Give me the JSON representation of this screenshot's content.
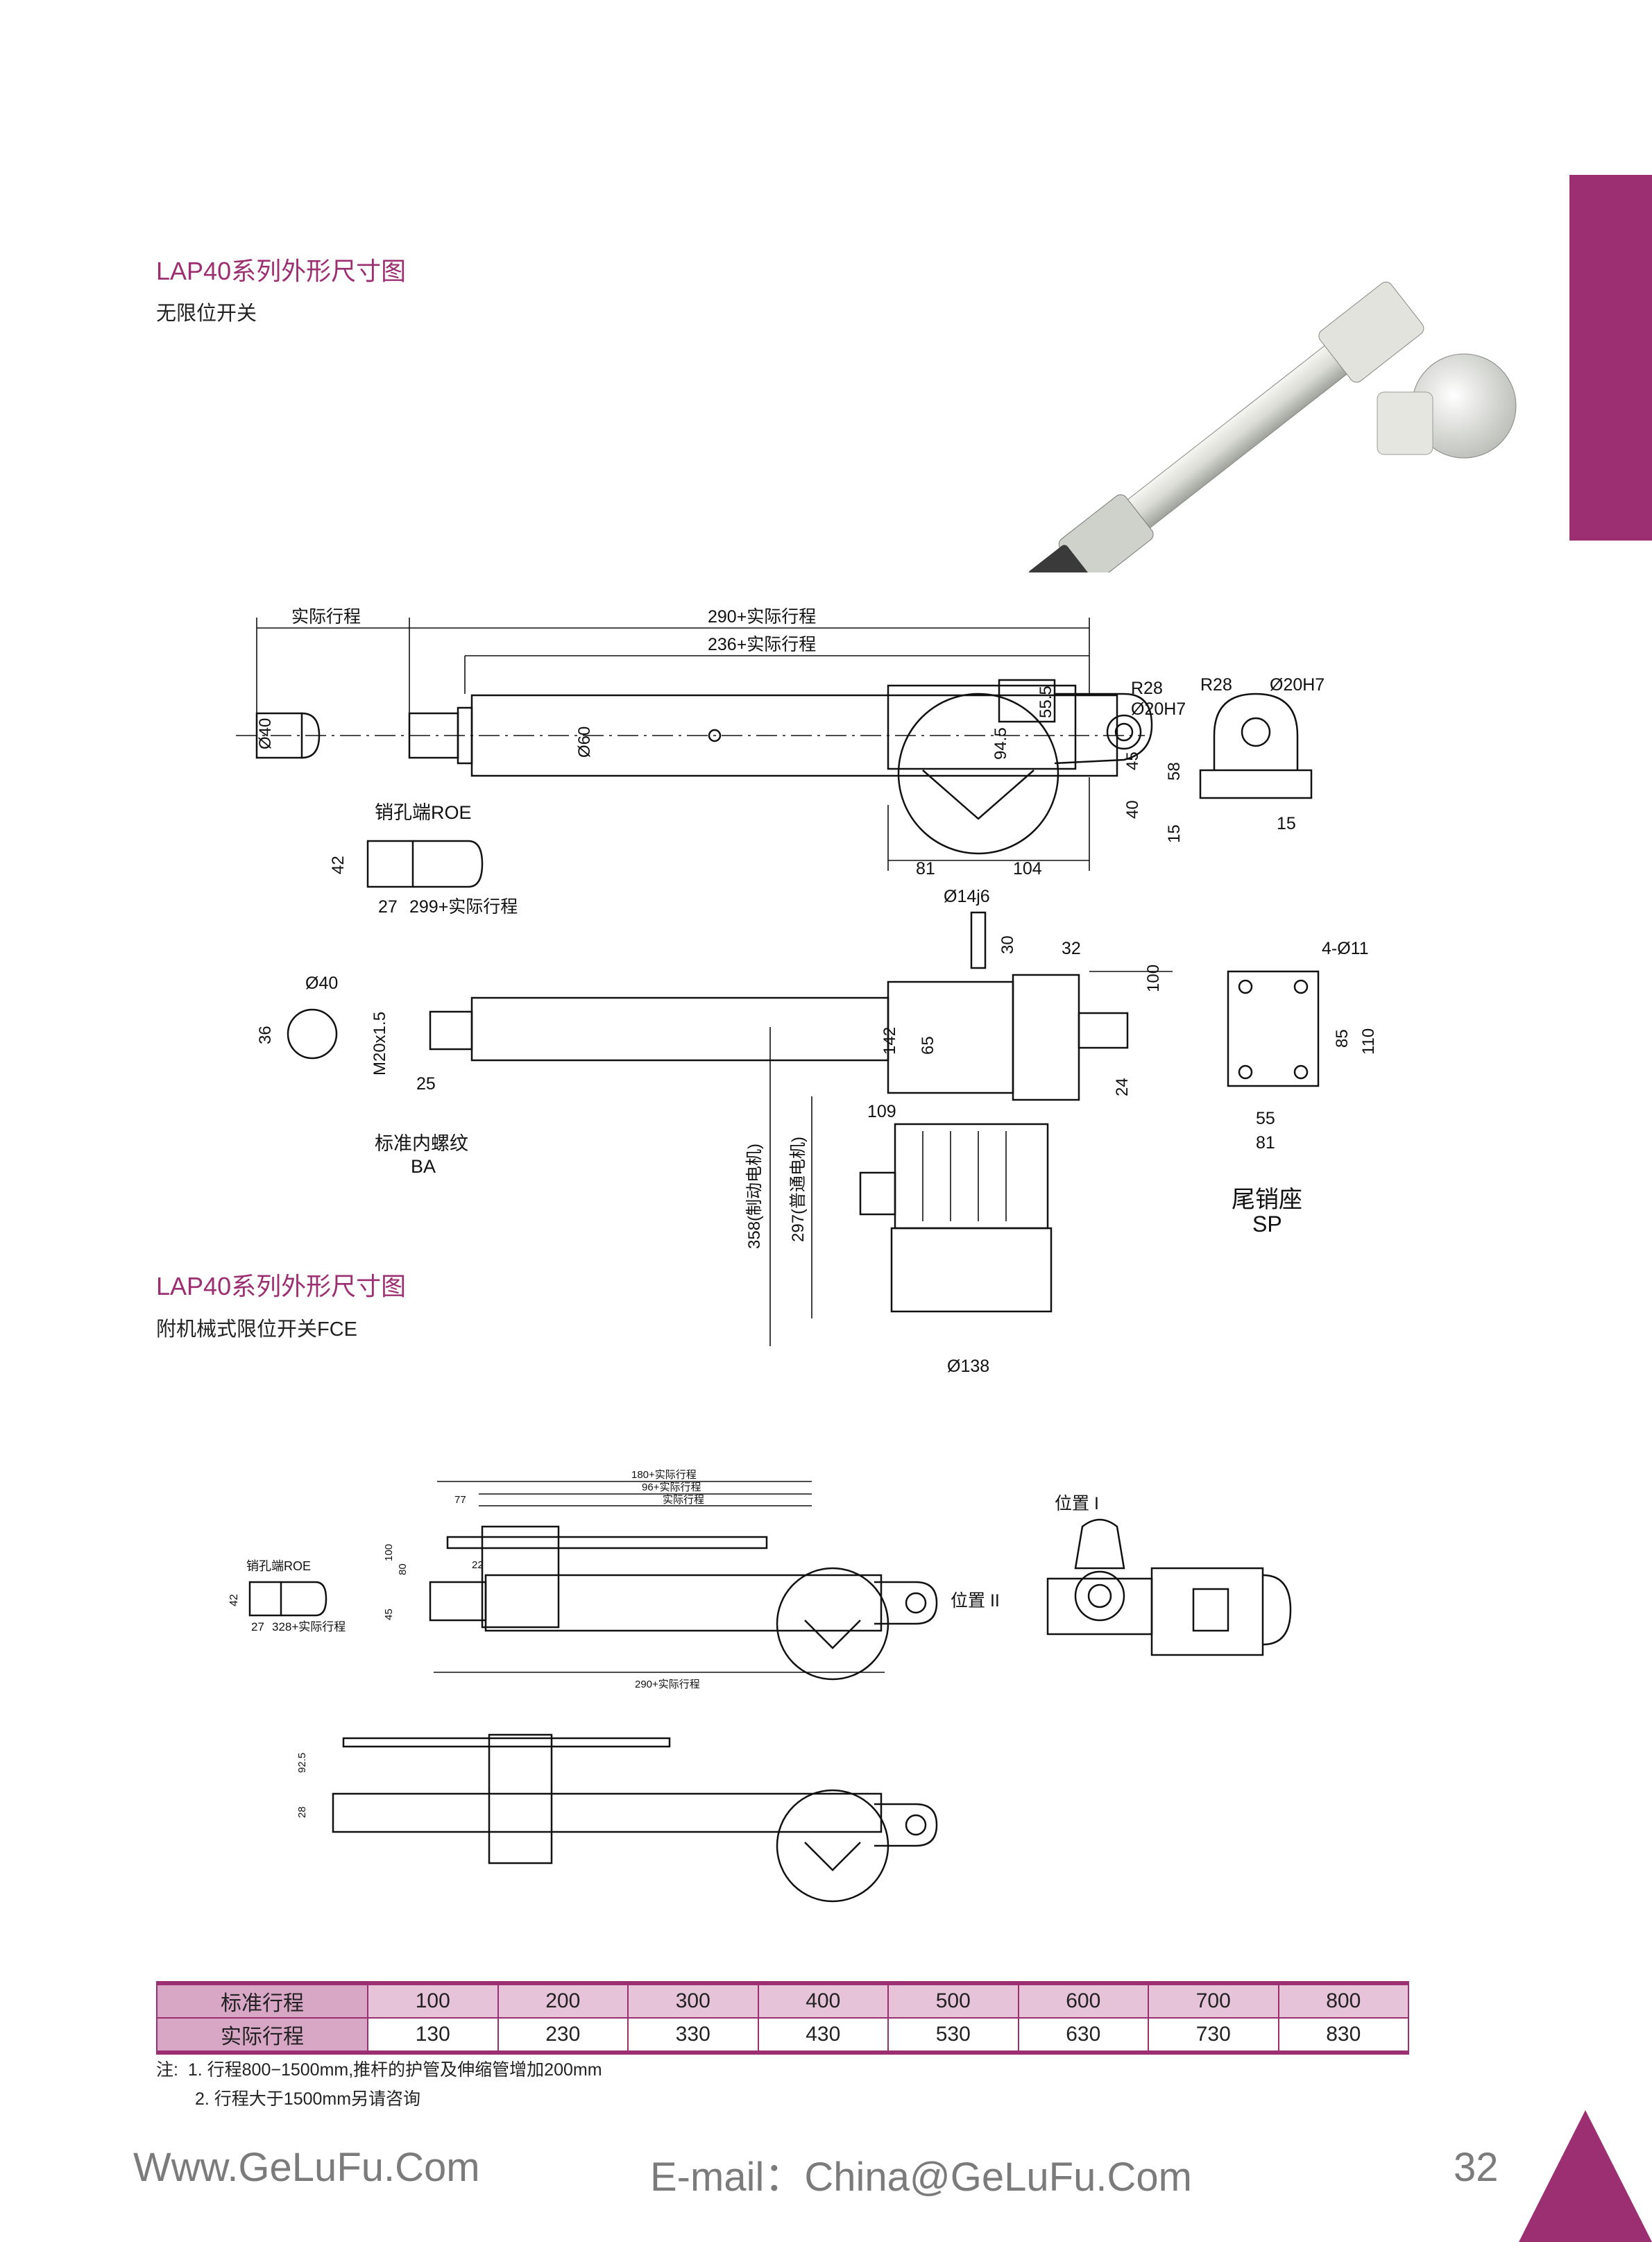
{
  "section1": {
    "title": "LAP40系列外形尺寸图",
    "subtitle": "无限位开关"
  },
  "section2": {
    "title": "LAP40系列外形尺寸图",
    "subtitle": "附机械式限位开关FCE"
  },
  "drawing1": {
    "dim_top_left": "实际行程",
    "dim_top": "290+实际行程",
    "dim_top2": "236+实际行程",
    "d40": "Ø40",
    "d60": "Ø60",
    "d945": "94.5",
    "d555": "55.5",
    "d45": "45",
    "d40b": "40",
    "d81": "81",
    "d104": "104",
    "r28a": "R28",
    "d20a": "Ø20H7",
    "r28b": "R28",
    "d20b": "Ø20H7",
    "d58": "58",
    "d15a": "15",
    "d15b": "15",
    "roe_label": "销孔端ROE",
    "roe_42": "42",
    "roe_27": "27",
    "roe_299": "299+实际行程",
    "d14": "Ø14j6",
    "d30": "30",
    "d32": "32",
    "d100": "100",
    "d142": "142",
    "d65": "65",
    "d24": "24",
    "ba_d40": "Ø40",
    "ba_36": "36",
    "ba_m20": "M20x1.5",
    "ba_25": "25",
    "ba_label": "标准内螺纹",
    "ba_code": "BA",
    "d109": "109",
    "d358": "358(制动电机)",
    "d297": "297(普通电机)",
    "d138": "Ø138",
    "sp_holes": "4-Ø11",
    "sp_85": "85",
    "sp_110": "110",
    "sp_55": "55",
    "sp_81": "81",
    "sp_label": "尾销座",
    "sp_code": "SP"
  },
  "drawing2": {
    "d180": "180+实际行程",
    "d96": "96+实际行程",
    "d77": "77",
    "dstroke": "实际行程",
    "d100": "100",
    "d80": "80",
    "d22": "22",
    "d45": "45",
    "d290": "290+实际行程",
    "roe_label": "销孔端ROE",
    "roe_42": "42",
    "roe_27": "27",
    "roe_328": "328+实际行程",
    "pos1": "位置 I",
    "pos2": "位置 II",
    "d925": "92.5",
    "d28": "28"
  },
  "table": {
    "rows": [
      {
        "label": "标准行程",
        "values": [
          "100",
          "200",
          "300",
          "400",
          "500",
          "600",
          "700",
          "800"
        ]
      },
      {
        "label": "实际行程",
        "values": [
          "130",
          "230",
          "330",
          "430",
          "530",
          "630",
          "730",
          "830"
        ]
      }
    ]
  },
  "notes": {
    "prefix": "注:",
    "n1": "1. 行程800−1500mm,推杆的护管及伸缩管增加200mm",
    "n2": "2. 行程大于1500mm另请咨询"
  },
  "footer": {
    "website": "Www.GeLuFu.Com",
    "email": "E-mail：China@GeLuFu.Com",
    "page": "32"
  },
  "colors": {
    "accent": "#9c2f72",
    "table_header": "#e6c3d8"
  }
}
